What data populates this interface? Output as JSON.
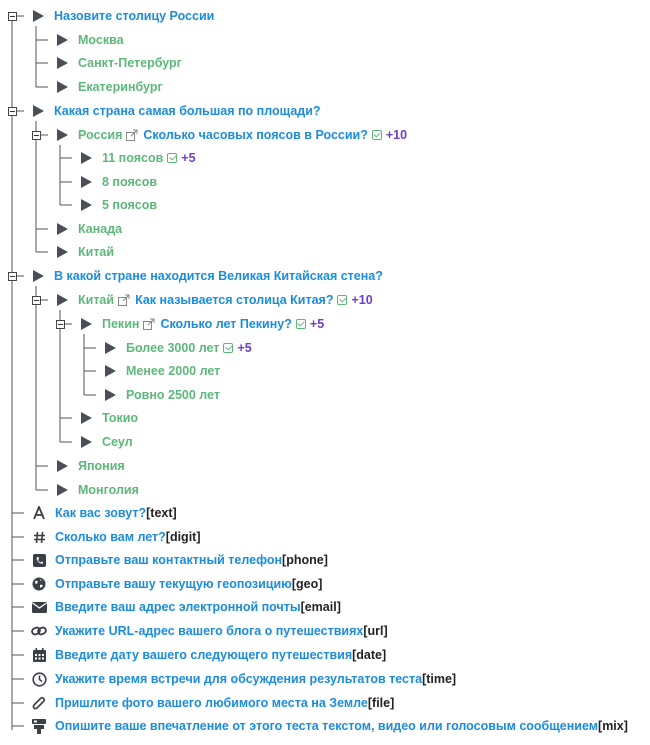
{
  "colors": {
    "question": "#1b8cde",
    "answer": "#5cb87a",
    "points": "#6b3fd0",
    "icon": "#4a4f58"
  },
  "tree": {
    "q1": {
      "text": "Назовите столицу России",
      "answers": [
        "Москва",
        "Санкт-Петербург",
        "Екатеринбург"
      ]
    },
    "q2": {
      "text": "Какая страна самая большая по площади?",
      "a_russia": "Россия",
      "russia_q": "Сколько часовых поясов в России?",
      "russia_pts": "+10",
      "tz_answers": [
        {
          "text": "11 поясов",
          "pts": "+5"
        },
        {
          "text": "8 поясов"
        },
        {
          "text": "5 поясов"
        }
      ],
      "a_canada": "Канада",
      "a_china": "Китай"
    },
    "q3": {
      "text": "В какой стране находится Великая Китайская стена?",
      "a_china": "Китай",
      "china_q": "Как называется столица Китая?",
      "china_pts": "+10",
      "a_beijing": "Пекин",
      "beijing_q": "Сколько лет Пекину?",
      "beijing_pts": "+5",
      "age_answers": [
        {
          "text": "Более 3000 лет",
          "pts": "+5"
        },
        {
          "text": "Менее 2000 лет"
        },
        {
          "text": "Ровно 2500 лет"
        }
      ],
      "a_tokyo": "Токио",
      "a_seoul": "Сеул",
      "a_japan": "Япония",
      "a_mongolia": "Монголия"
    },
    "inputs": [
      {
        "text": "Как вас зовут?",
        "type": "[text]",
        "icon": "font-icon"
      },
      {
        "text": "Сколько вам лет?",
        "type": "[digit]",
        "icon": "hash-icon"
      },
      {
        "text": "Отправьте ваш контактный телефон",
        "type": "[phone]",
        "icon": "phone-icon"
      },
      {
        "text": "Отправьте вашу текущую геопозицию",
        "type": "[geo]",
        "icon": "globe-icon"
      },
      {
        "text": "Введите ваш адрес электронной почты",
        "type": "[email]",
        "icon": "envelope-icon"
      },
      {
        "text": "Укажите URL-адрес вашего блога о путешествиях",
        "type": "[url]",
        "icon": "link-icon"
      },
      {
        "text": "Введите дату вашего следующего путешествия",
        "type": "[date]",
        "icon": "calendar-icon"
      },
      {
        "text": "Укажите время встречи для обсуждения результатов теста",
        "type": "[time]",
        "icon": "clock-icon"
      },
      {
        "text": "Пришлите фото вашего любимого места на Земле",
        "type": "[file]",
        "icon": "paperclip-icon"
      },
      {
        "text": "Опишите ваше впечатление от этого теста текстом, видео или голосовым сообщением",
        "type": "[mix]",
        "icon": "mix-icon"
      }
    ]
  }
}
